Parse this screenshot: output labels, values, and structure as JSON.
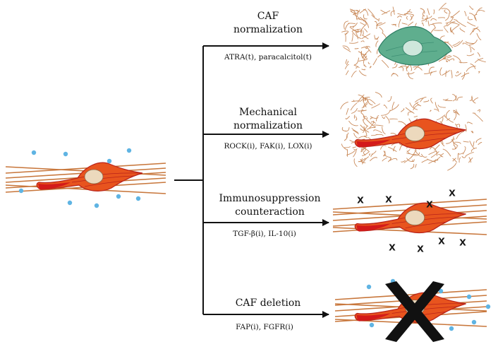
{
  "branches": [
    {
      "title_line1": "CAF",
      "title_line2": "normalization",
      "drugs": "ATRA(t), paracalcitol(t)"
    },
    {
      "title_line1": "Mechanical",
      "title_line2": "normalization",
      "drugs": "ROCK(i), FAK(i), LOX(i)"
    },
    {
      "title_line1": "Immunosuppression",
      "title_line2": "counteraction",
      "drugs": "TGF-β(i), IL-10(i)"
    },
    {
      "title_line1": "CAF deletion",
      "title_line2": "",
      "drugs": "FAP(i), FGFR(i)"
    }
  ],
  "immune_marker": "x",
  "colors": {
    "caf_body": "#e8541e",
    "caf_edge": "#b8221a",
    "caf_red": "#d31a1a",
    "nucleus": "#ecd9bd",
    "fibers": "#c8773c",
    "ecm_mesh": "#c98a5a",
    "normalized_cell": "#5fae8e",
    "dots": "#5fb4e3",
    "arrows": "#111111",
    "deletion_cross": "#111111"
  }
}
